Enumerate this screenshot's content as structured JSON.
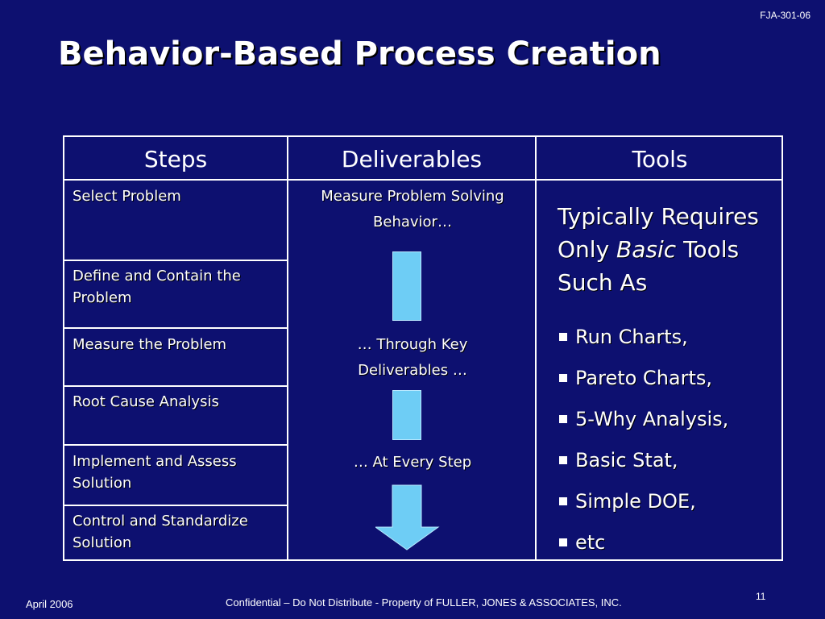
{
  "doc_code": "FJA-301-06",
  "title": "Behavior-Based Process Creation",
  "table": {
    "headers": [
      "Steps",
      "Deliverables",
      "Tools"
    ],
    "steps": [
      "Select Problem",
      "Define and Contain the Problem",
      "Measure the Problem",
      "Root Cause Analysis",
      "Implement and Assess Solution",
      "Control and Standardize Solution"
    ],
    "deliverables": {
      "part1": [
        "Measure Problem Solving",
        "Behavior…"
      ],
      "part2": [
        "… Through Key",
        "Deliverables …"
      ],
      "part3": "… At Every Step"
    },
    "tools": {
      "intro_before": "Typically Requires Only ",
      "intro_italic": "Basic",
      "intro_after": " Tools Such As",
      "items": [
        "Run Charts,",
        "Pareto Charts,",
        "5-Why Analysis,",
        "Basic Stat,",
        "Simple DOE,",
        "etc"
      ]
    }
  },
  "colors": {
    "background": "#0d1070",
    "arrow_fill": "#6ecdf5"
  },
  "footer": {
    "date": "April 2006",
    "confidential": "Confidential – Do Not Distribute - Property of  FULLER, JONES & ASSOCIATES, INC.",
    "page_number": "11"
  }
}
